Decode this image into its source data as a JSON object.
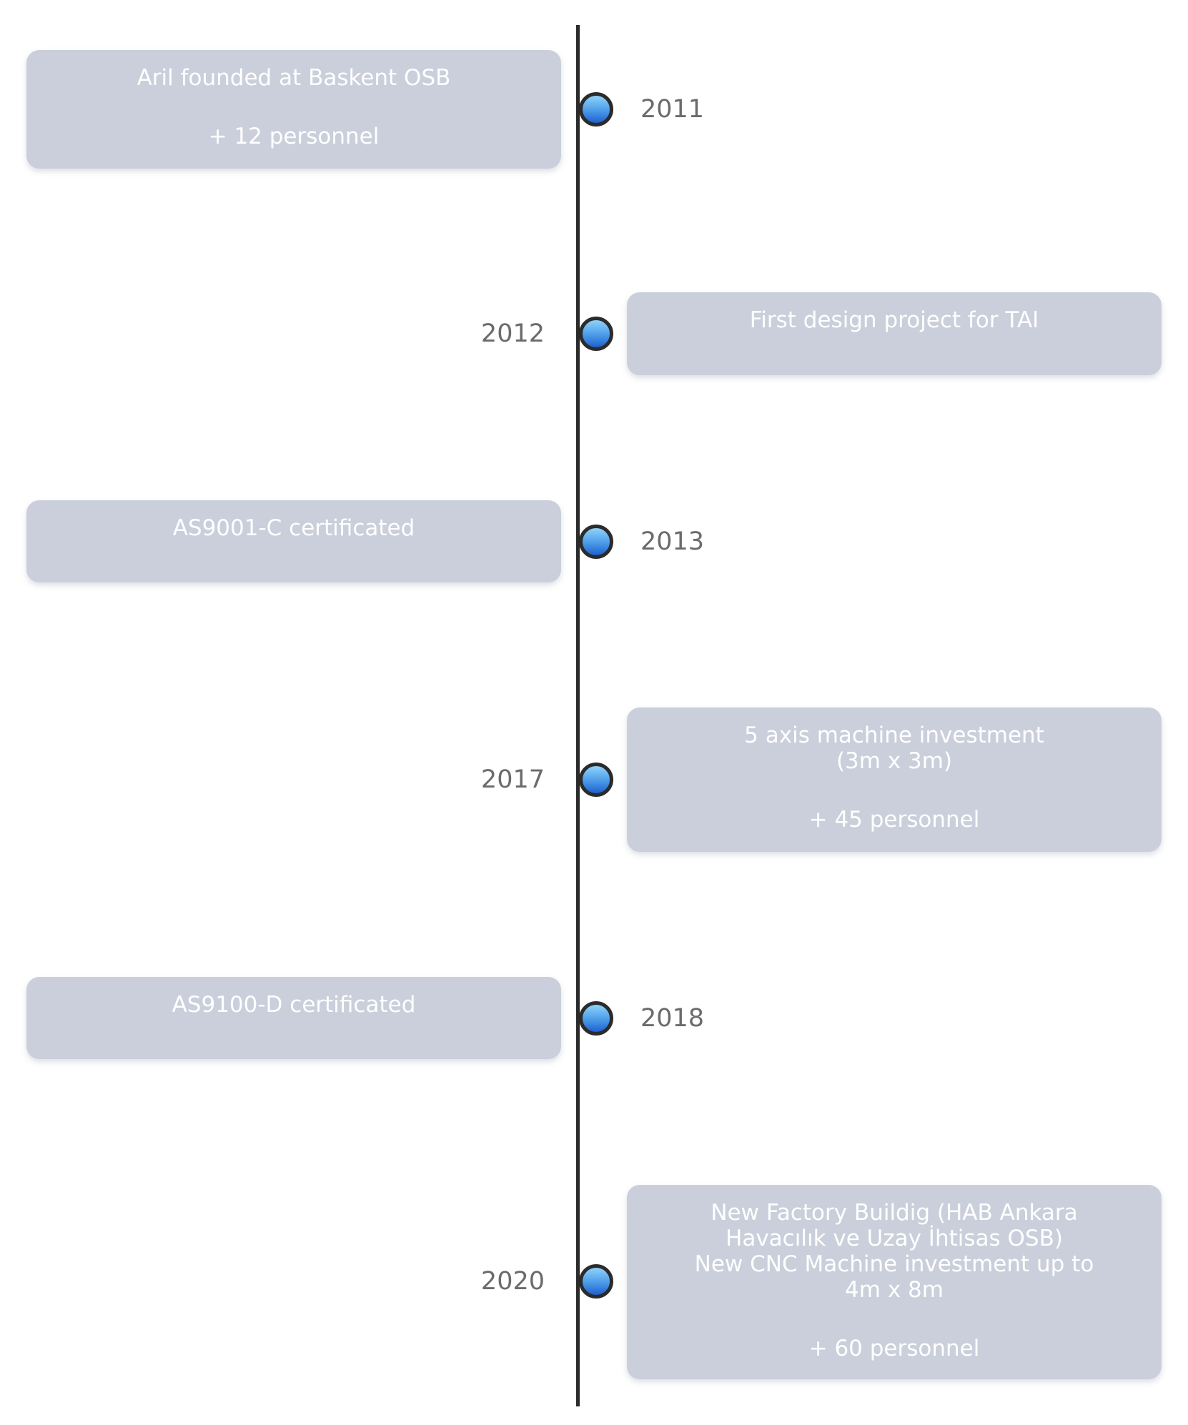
{
  "colors": {
    "box": "#cacfdb",
    "axis": "#2b2b2b",
    "dot": "#4a9ae8",
    "year": "#6b6b6b"
  },
  "events": [
    {
      "year": "2011",
      "lines": [
        "Aril founded at Baskent OSB",
        "",
        "+ 12 personnel"
      ]
    },
    {
      "year": "2012",
      "lines": [
        "First design project for TAI"
      ]
    },
    {
      "year": "2013",
      "lines": [
        "AS9001-C certificated"
      ]
    },
    {
      "year": "2017",
      "lines": [
        "5 axis machine investment",
        "(3m x 3m)",
        "",
        "+ 45 personnel"
      ]
    },
    {
      "year": "2018",
      "lines": [
        "AS9100-D certificated"
      ]
    },
    {
      "year": "2020",
      "lines": [
        "New Factory Buildig (HAB Ankara",
        "Havacılık ve Uzay İhtisas OSB)",
        "New CNC Machine investment up to",
        "4m x 8m",
        "",
        "+ 60 personnel"
      ]
    }
  ]
}
